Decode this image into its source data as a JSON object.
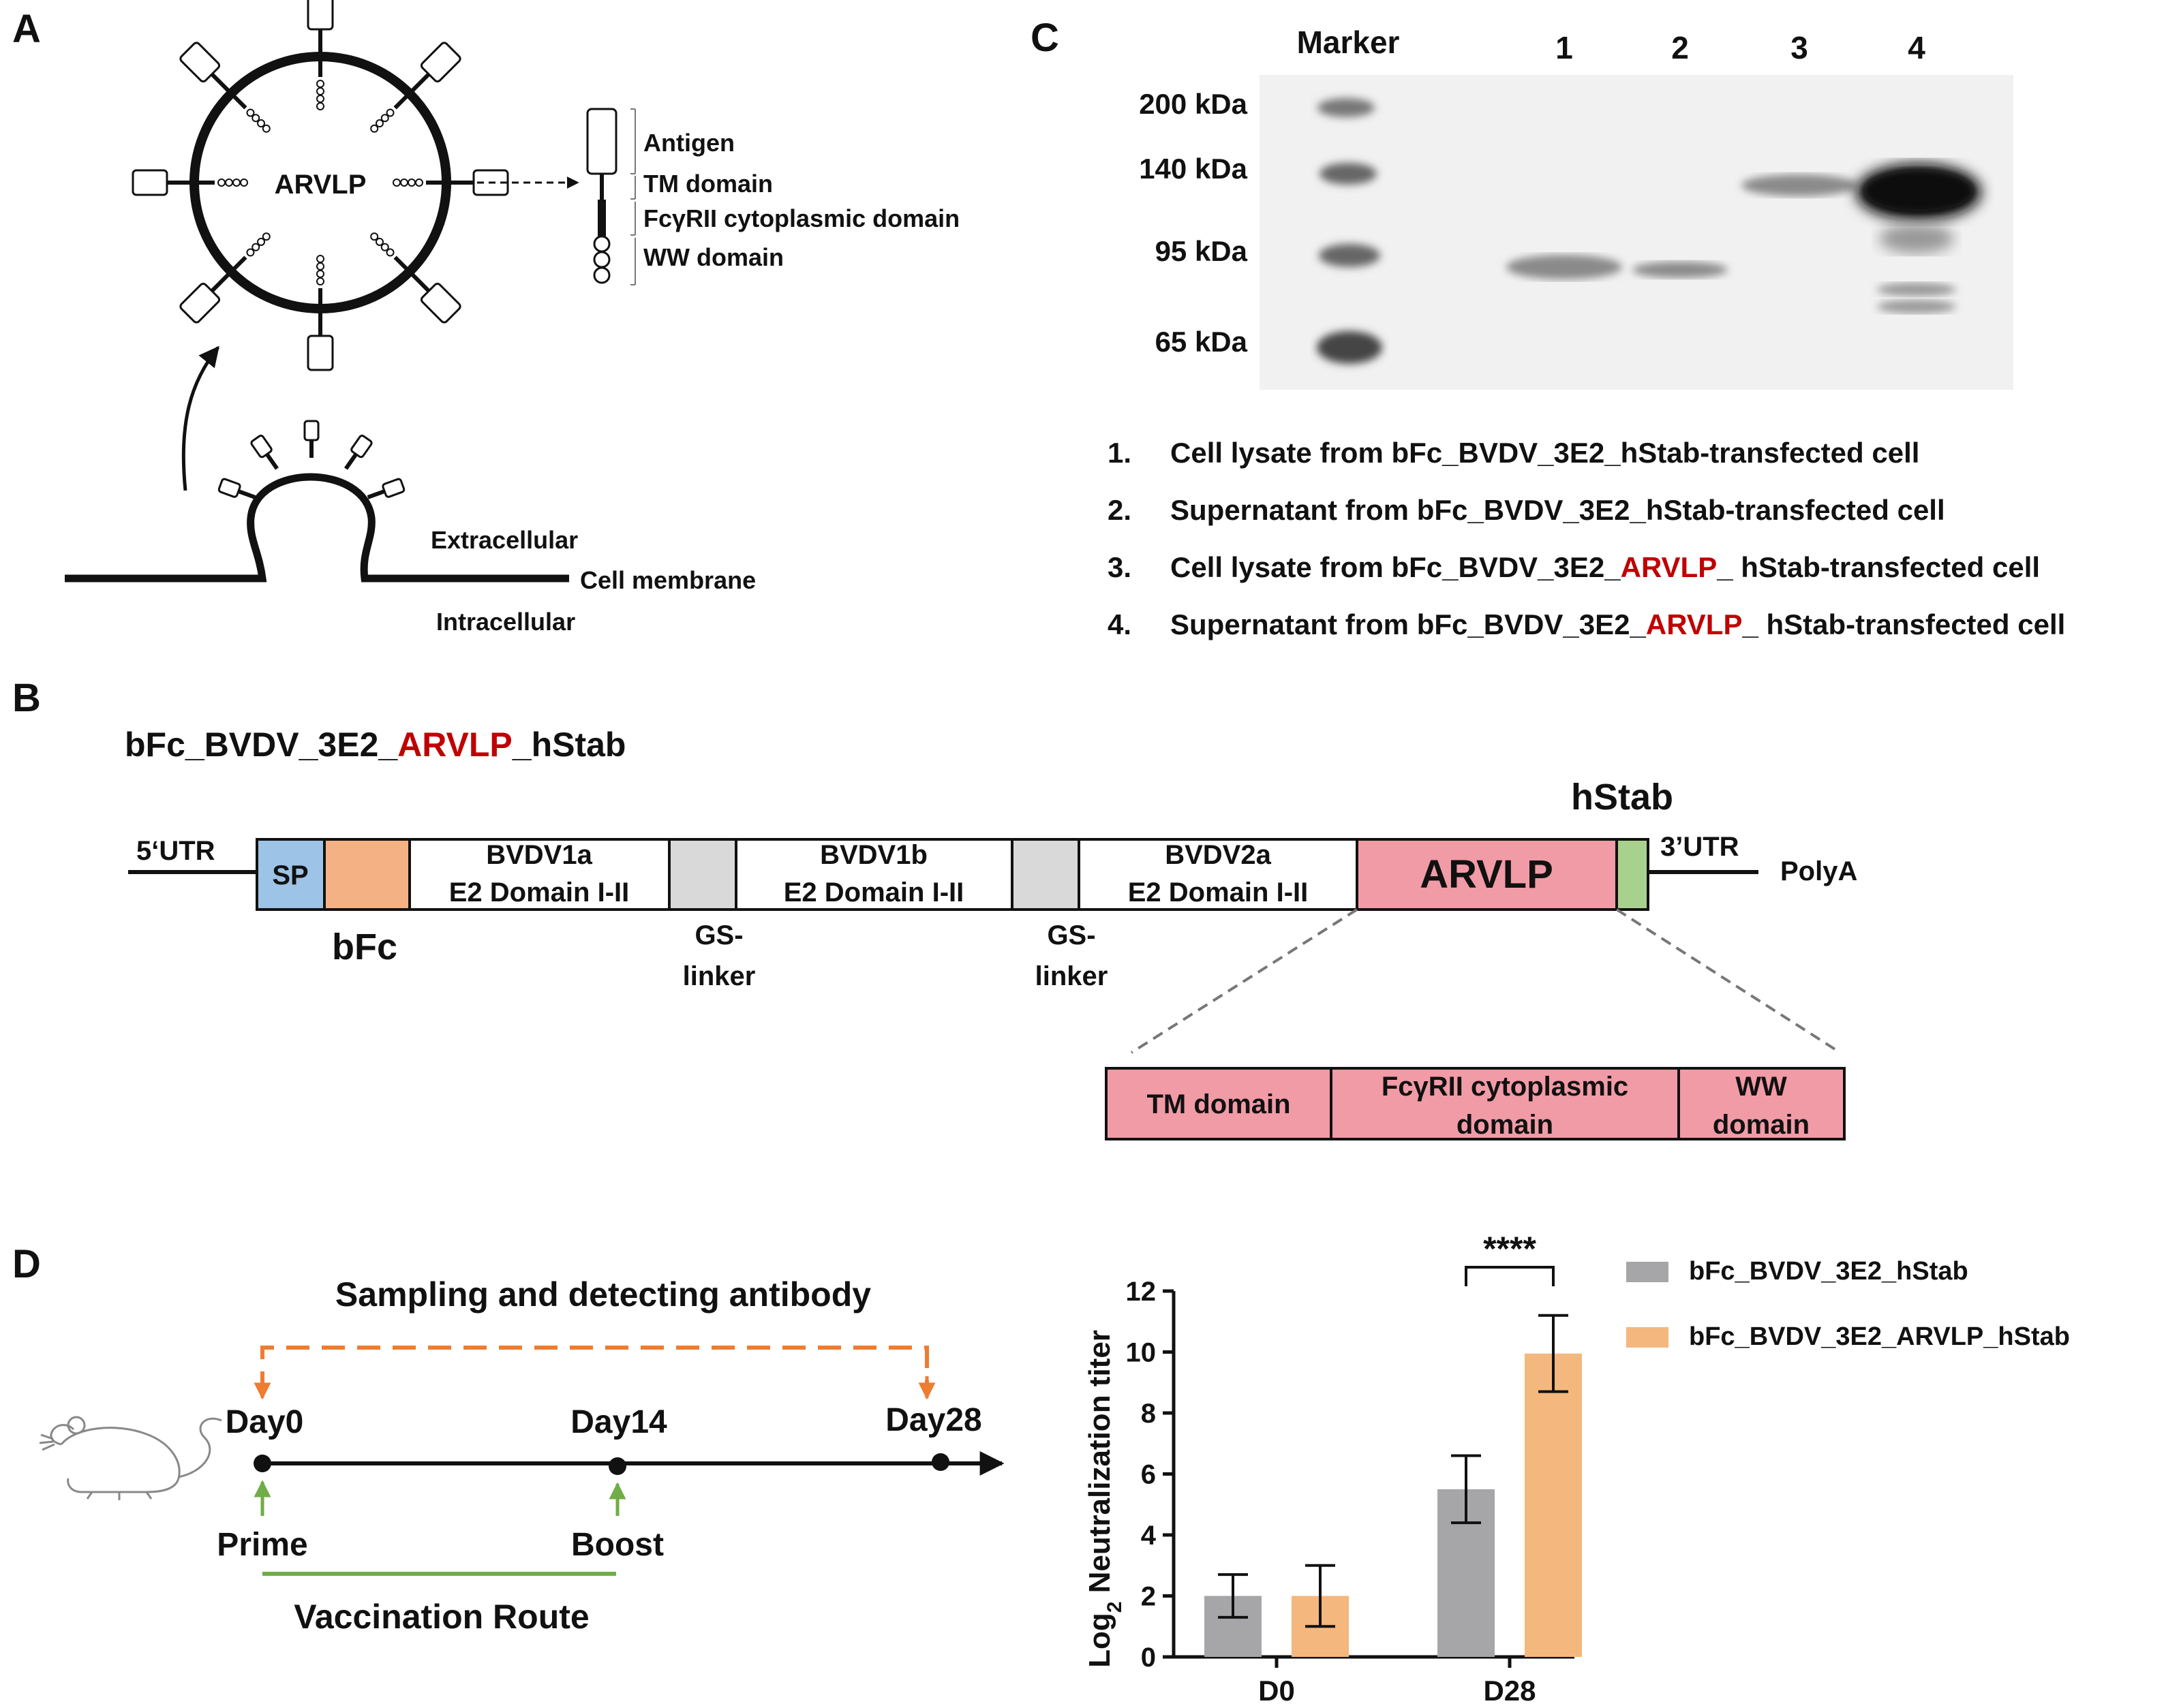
{
  "colors": {
    "sp_blue": "#9dc3e6",
    "bfc_orange": "#f4b183",
    "linker_gray": "#d9d9d9",
    "arvlp_pink": "#f19ba6",
    "hstab_green": "#a9d18e",
    "highlight_red": "#c00000",
    "bar_gray": "#a6a6a8",
    "bar_orange": "#f4b77d",
    "timeline_orange": "#ed7d31",
    "timeline_green": "#70ad47"
  },
  "panel_a": {
    "letter": "A",
    "particle_label": "ARVLP",
    "legend": [
      "Antigen",
      "TM domain",
      "FcγRII cytoplasmic domain",
      "WW domain"
    ],
    "extracellular": "Extracellular",
    "cell_membrane": "Cell membrane",
    "intracellular": "Intracellular"
  },
  "panel_b": {
    "letter": "B",
    "title_prefix": "bFc_BVDV_3E2_",
    "title_highlight": "ARVLP",
    "title_suffix": "_hStab",
    "utr5": "5‘UTR",
    "utr3": "3’UTR",
    "polya": "PolyA",
    "sp": "SP",
    "bfc": "bFc",
    "hstab": "hStab",
    "arvlp": "ARVLP",
    "domains": [
      {
        "line1": "BVDV1a",
        "line2": "E2 Domain I-II"
      },
      {
        "line1": "BVDV1b",
        "line2": "E2 Domain I-II"
      },
      {
        "line1": "BVDV2a",
        "line2": "E2 Domain I-II"
      }
    ],
    "linker_line1": "GS-",
    "linker_line2": "linker",
    "zoom": [
      {
        "line1": "TM domain",
        "line2": ""
      },
      {
        "line1": "FcγRII cytoplasmic",
        "line2": "domain"
      },
      {
        "line1": "WW",
        "line2": "domain"
      }
    ]
  },
  "panel_c": {
    "letter": "C",
    "marker_label": "Marker",
    "lane_labels": [
      "1",
      "2",
      "3",
      "4"
    ],
    "mw_labels": [
      "200 kDa",
      "140 kDa",
      "95 kDa",
      "65 kDa"
    ],
    "legend": [
      {
        "num": "1.",
        "pre": "Cell lysate from bFc_BVDV_3E2_hStab-transfected cell",
        "red": "",
        "post": ""
      },
      {
        "num": "2.",
        "pre": "Supernatant from bFc_BVDV_3E2_hStab-transfected cell",
        "red": "",
        "post": ""
      },
      {
        "num": "3.",
        "pre": "Cell lysate from bFc_BVDV_3E2_",
        "red": "ARVLP",
        "post": "_ hStab-transfected cell"
      },
      {
        "num": "4.",
        "pre": "Supernatant from bFc_BVDV_3E2_",
        "red": "ARVLP",
        "post": "_ hStab-transfected cell"
      }
    ]
  },
  "panel_d": {
    "letter": "D",
    "sampling": "Sampling and detecting antibody",
    "days": [
      "Day0",
      "Day14",
      "Day28"
    ],
    "prime": "Prime",
    "boost": "Boost",
    "route": "Vaccination Route"
  },
  "chart_data": {
    "type": "bar",
    "categories": [
      "D0",
      "D28"
    ],
    "series": [
      {
        "name": "bFc_BVDV_3E2_hStab",
        "values": [
          2.0,
          5.5
        ],
        "errors": [
          0.7,
          1.1
        ],
        "color": "#a6a6a8"
      },
      {
        "name": "bFc_BVDV_3E2_ARVLP_hStab",
        "values": [
          2.0,
          9.95
        ],
        "errors": [
          1.0,
          1.25
        ],
        "color": "#f4b77d"
      }
    ],
    "ylabel_main": "Log",
    "ylabel_sub": "2",
    "ylabel_rest": " Neutralization titer",
    "ylim": [
      0,
      12
    ],
    "yticks": [
      "0",
      "2",
      "4",
      "6",
      "8",
      "10",
      "12"
    ],
    "significance": "****",
    "legend_position": "top-right"
  }
}
